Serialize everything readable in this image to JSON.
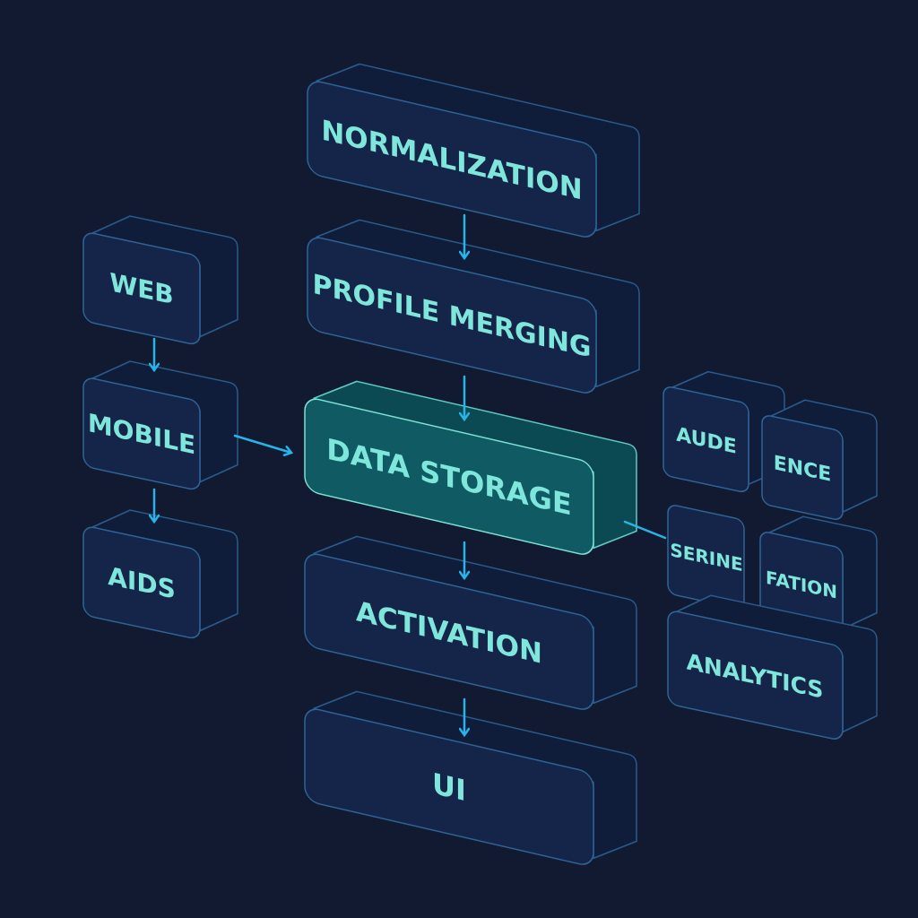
{
  "pipeline": {
    "normalization": "NORMALIZATION",
    "profile_merging": "PROFILE MERGING",
    "data_storage": "DATA STORAGE",
    "activation": "ACTIVATION",
    "ui": "UI"
  },
  "sources": {
    "web": "WEB",
    "mobile": "MOBILE",
    "aids": "AIDS"
  },
  "outputs": {
    "aude": "AUDE",
    "ence": "ENCE",
    "serine": "SERINE",
    "fation": "FATION",
    "analytics": "ANALYTICS"
  },
  "colors": {
    "background": "#111a30",
    "accent": "#27b4ea",
    "text": "#7fe6dc",
    "highlight": "#0f5a63"
  }
}
